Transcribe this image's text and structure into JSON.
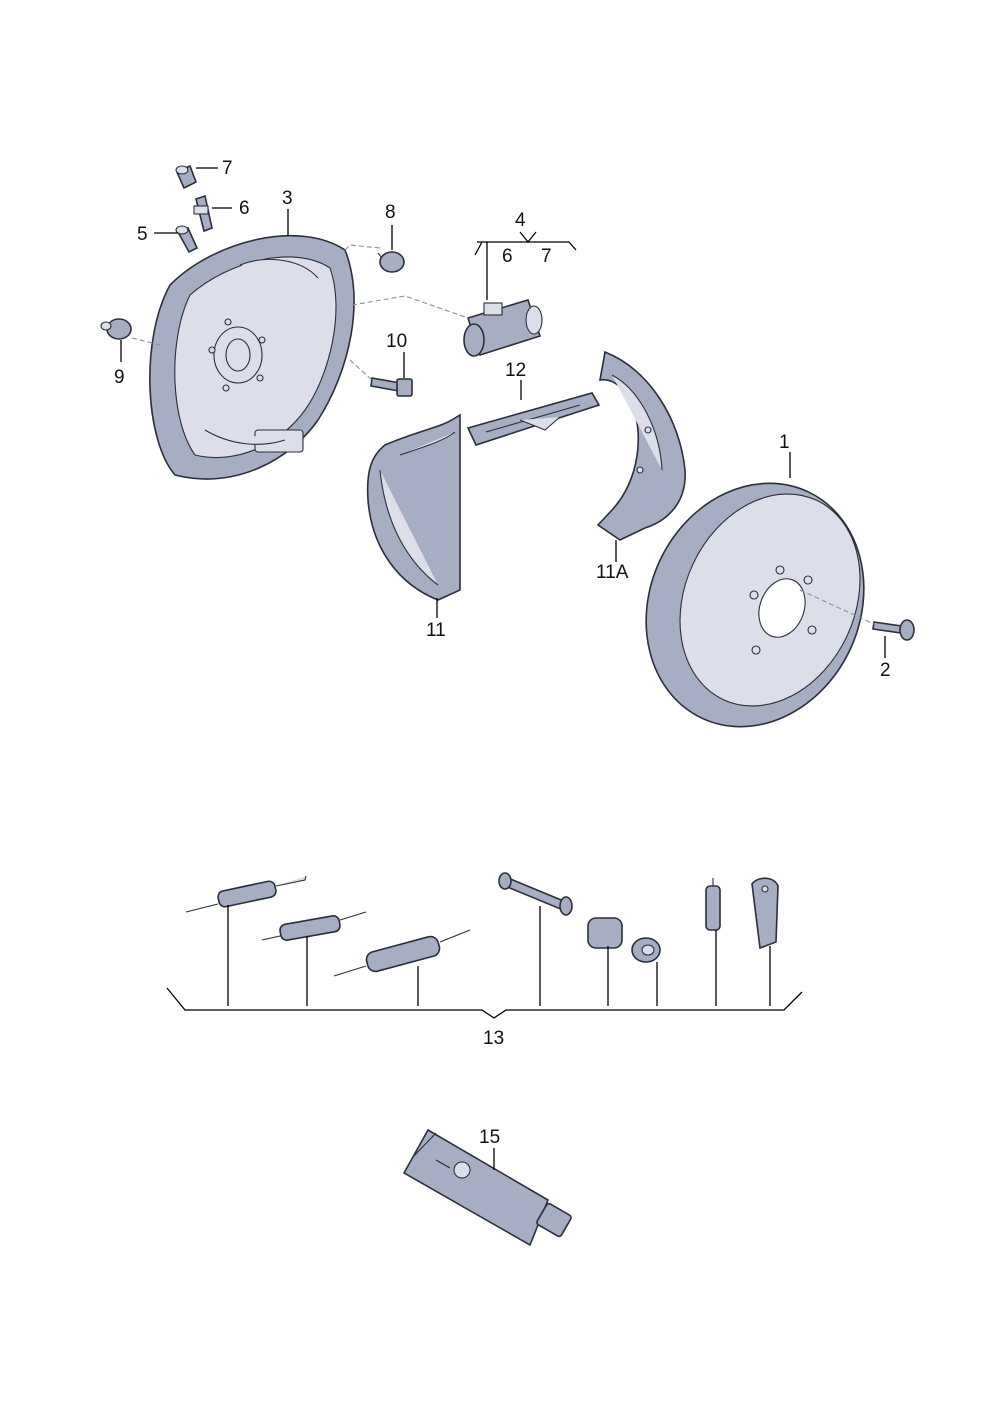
{
  "colors": {
    "part_fill": "#a7adc2",
    "part_light": "#dcdfe9",
    "part_dark": "#6f7690",
    "outline": "#2a2f3a",
    "leader": "#000000"
  },
  "labels": {
    "l1": "1",
    "l2": "2",
    "l3": "3",
    "l4": "4",
    "l4_sub6": "6",
    "l4_sub7": "7",
    "l5": "5",
    "l6": "6",
    "l7": "7",
    "l8": "8",
    "l9": "9",
    "l10": "10",
    "l11": "11",
    "l11a": "11A",
    "l12": "12",
    "l13": "13",
    "l15": "15"
  }
}
